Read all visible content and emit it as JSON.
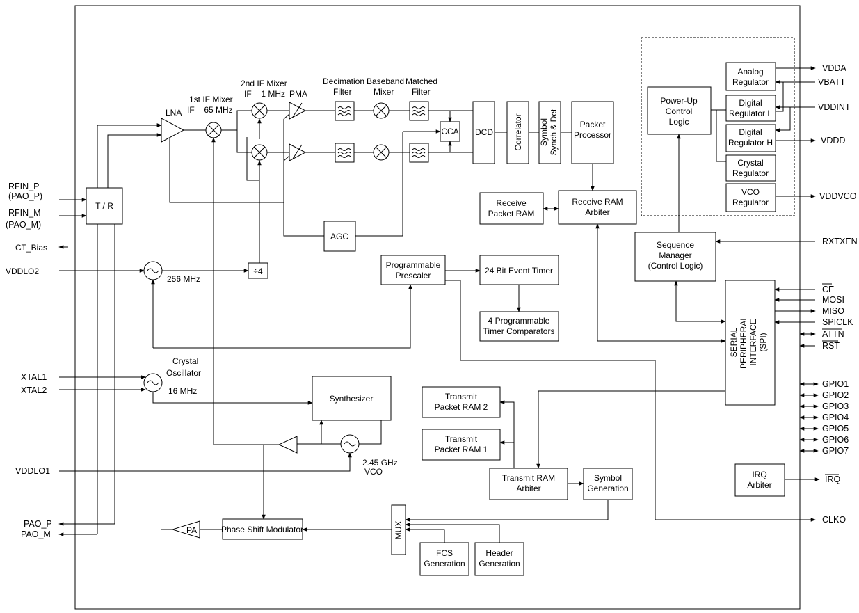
{
  "lna": "LNA",
  "if1": [
    "1st IF Mixer",
    "IF = 65 MHz"
  ],
  "if2": [
    "2nd IF Mixer",
    "IF = 1 MHz"
  ],
  "pma": "PMA",
  "decim": [
    "Decimation",
    "Filter"
  ],
  "bbmix": [
    "Baseband",
    "Mixer"
  ],
  "matched": [
    "Matched",
    "Filter"
  ],
  "cca": "CCA",
  "dcd": "DCD",
  "correlator": "Correlator",
  "symsync": [
    "Symbol",
    "Synch & Det"
  ],
  "packetproc": [
    "Packet",
    "Processor"
  ],
  "rxram": [
    "Receive",
    "Packet RAM"
  ],
  "rxarb": [
    "Receive RAM",
    "Arbiter"
  ],
  "agc": "AGC",
  "tr": "T / R",
  "div4": "÷4",
  "f256": "256 MHz",
  "presc": [
    "Programmable",
    "Prescaler"
  ],
  "evtimer": "24 Bit Event Timer",
  "timercmp": [
    "4 Programmable",
    "Timer Comparators"
  ],
  "xtal": [
    "Crystal",
    "Oscillator"
  ],
  "f16": "16 MHz",
  "synth": "Synthesizer",
  "vco": [
    "2.45 GHz",
    "VCO"
  ],
  "txram2": [
    "Transmit",
    "Packet RAM 2"
  ],
  "txram1": [
    "Transmit",
    "Packet RAM 1"
  ],
  "txarb": [
    "Transmit RAM",
    "Arbiter"
  ],
  "symgen": [
    "Symbol",
    "Generation"
  ],
  "mux": "MUX",
  "fcs": [
    "FCS",
    "Generation"
  ],
  "hdr": [
    "Header",
    "Generation"
  ],
  "psm": "Phase Shift Modulator",
  "pa": "PA",
  "powerup": [
    "Power-Up",
    "Control",
    "Logic"
  ],
  "analogreg": [
    "Analog",
    "Regulator"
  ],
  "digregl": [
    "Digital",
    "Regulator L"
  ],
  "digregh": [
    "Digital",
    "Regulator H"
  ],
  "xtalreg": [
    "Crystal",
    "Regulator"
  ],
  "vcoreg": [
    "VCO",
    "Regulator"
  ],
  "seqmgr": [
    "Sequence",
    "Manager",
    "(Control Logic)"
  ],
  "spi": [
    "SERIAL",
    "PERIPHERAL",
    "INTERFACE",
    "(SPI)"
  ],
  "irq": [
    "IRQ",
    "Arbiter"
  ],
  "pins_left": {
    "rfin_p": [
      "RFIN_P",
      "(PAO_P)"
    ],
    "rfin_m": [
      "RFIN_M",
      "(PAO_M)"
    ],
    "ct_bias": "CT_Bias",
    "vddlo2": "VDDLO2",
    "xtal1": "XTAL1",
    "xtal2": "XTAL2",
    "vddlo1": "VDDLO1",
    "pao_p": "PAO_P",
    "pao_m": "PAO_M"
  },
  "pins_right": {
    "vdda": "VDDA",
    "vbatt": "VBATT",
    "vddint": "VDDINT",
    "vddd": "VDDD",
    "vddvco": "VDDVCO",
    "rxtxen": "RXTXEN",
    "ce": "CE",
    "mosi": "MOSI",
    "miso": "MISO",
    "spiclk": "SPICLK",
    "attn": "ATTN",
    "rst": "RST",
    "gpio": [
      "GPIO1",
      "GPIO2",
      "GPIO3",
      "GPIO4",
      "GPIO5",
      "GPIO6",
      "GPIO7"
    ],
    "irq": "IRQ",
    "clko": "CLKO"
  }
}
